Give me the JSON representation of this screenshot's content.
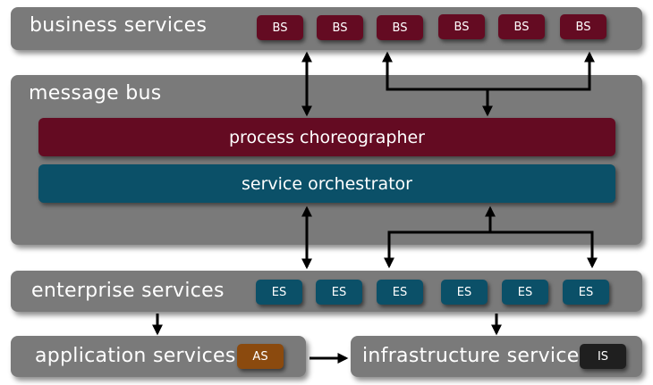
{
  "colors": {
    "panel": "#7a7a7a",
    "business": "#640b22",
    "enterprise": "#0b5068",
    "application": "#8b4a0e",
    "infrastructure": "#1f1f1f",
    "arrow": "#000000"
  },
  "business_services": {
    "label": "business services",
    "chips": [
      "BS",
      "BS",
      "BS",
      "BS",
      "BS",
      "BS"
    ]
  },
  "message_bus": {
    "label": "message bus",
    "process_choreographer": "process choreographer",
    "service_orchestrator": "service orchestrator"
  },
  "enterprise_services": {
    "label": "enterprise services",
    "chips": [
      "ES",
      "ES",
      "ES",
      "ES",
      "ES",
      "ES"
    ]
  },
  "application_services": {
    "label": "application services",
    "chip": "AS"
  },
  "infrastructure_services": {
    "label": "infrastructure services",
    "chip": "IS"
  }
}
